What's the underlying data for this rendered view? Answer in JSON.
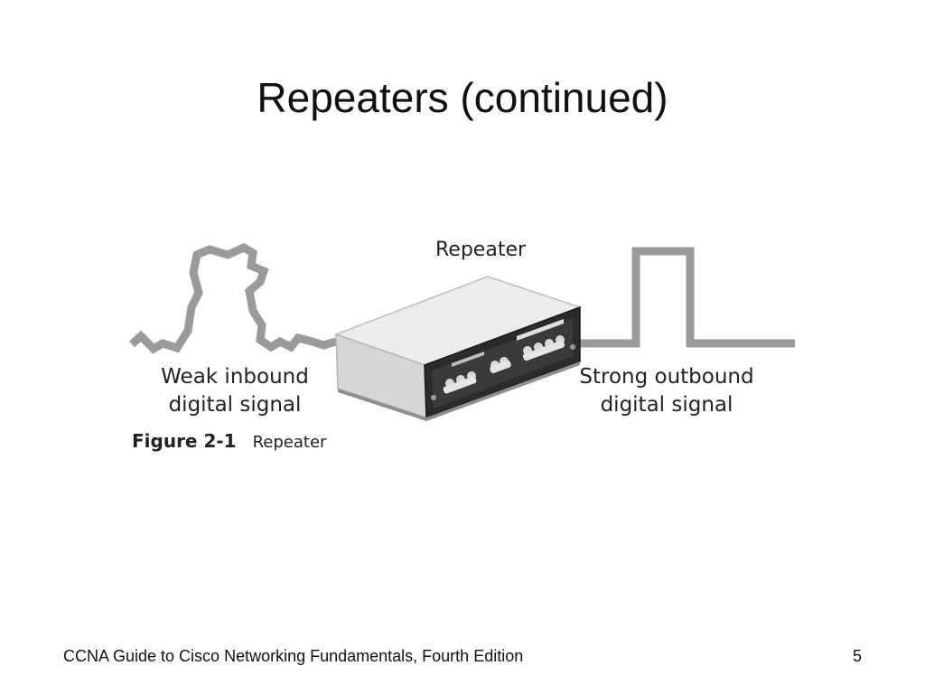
{
  "slide": {
    "title": "Repeaters (continued)",
    "footer_text": "CCNA Guide to Cisco Networking Fundamentals, Fourth Edition",
    "page_number": "5"
  },
  "figure": {
    "device_label": "Repeater",
    "weak_signal_label_line1": "Weak inbound",
    "weak_signal_label_line2": "digital signal",
    "strong_signal_label_line1": "Strong outbound",
    "strong_signal_label_line2": "digital signal",
    "caption_number": "Figure 2-1",
    "caption_text": "Repeater"
  },
  "colors": {
    "signal_stroke": "#9a9a9a",
    "device_top": "#ececec",
    "device_front": "#2b2b2b",
    "device_side": "#d6d6d6"
  }
}
